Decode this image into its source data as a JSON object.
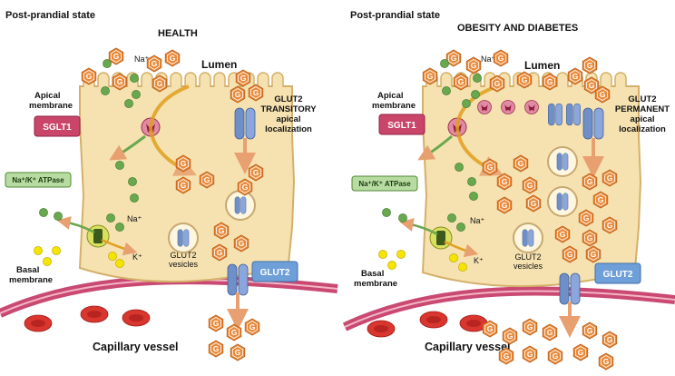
{
  "panels": [
    {
      "id": "health",
      "state_label": "Post-prandial state",
      "title": "HEALTH",
      "lumen": "Lumen",
      "apical_membrane": [
        "Apical",
        "membrane"
      ],
      "basal_membrane": [
        "Basal",
        "membrane"
      ],
      "sglt1": "SGLT1",
      "glut2_box": "GLUT2",
      "atpase": "Na⁺/K⁺ ATPase",
      "glut2_apical": [
        "GLUT2",
        "TRANSITORY",
        "apical",
        "localization"
      ],
      "glut2_vesicles": [
        "GLUT2",
        "vesicles"
      ],
      "na_top": "Na⁺",
      "na_mid": "Na⁺",
      "k_ion": "K⁺",
      "capillary": "Capillary vessel"
    },
    {
      "id": "obesity",
      "state_label": "Post-prandial state",
      "title": "OBESITY AND DIABETES",
      "lumen": "Lumen",
      "apical_membrane": [
        "Apical",
        "membrane"
      ],
      "basal_membrane": [
        "Basal",
        "membrane"
      ],
      "sglt1": "SGLT1",
      "glut2_box": "GLUT2",
      "atpase": "Na⁺/K⁺ ATPase",
      "glut2_apical": [
        "GLUT2",
        "PERMANENT",
        "apical",
        "localization"
      ],
      "glut2_vesicles": [
        "GLUT2",
        "vesicles"
      ],
      "na_top": "Na⁺",
      "na_mid": "Na⁺",
      "k_ion": "K⁺",
      "capillary": "Capillary vessel"
    }
  ],
  "glucose_letter": "G",
  "colors": {
    "cell": "#f6e2b0",
    "cell_border": "#d4b06a",
    "glucose": "#ea8a3a",
    "sodium": "#6aa84f",
    "potassium": "#f5e400",
    "sglt1": "#c9466a",
    "glut2": "#6f8fc8",
    "vessel": "#c0295a",
    "rbc": "#d8362f",
    "atpase_box": "#b7dba0"
  }
}
